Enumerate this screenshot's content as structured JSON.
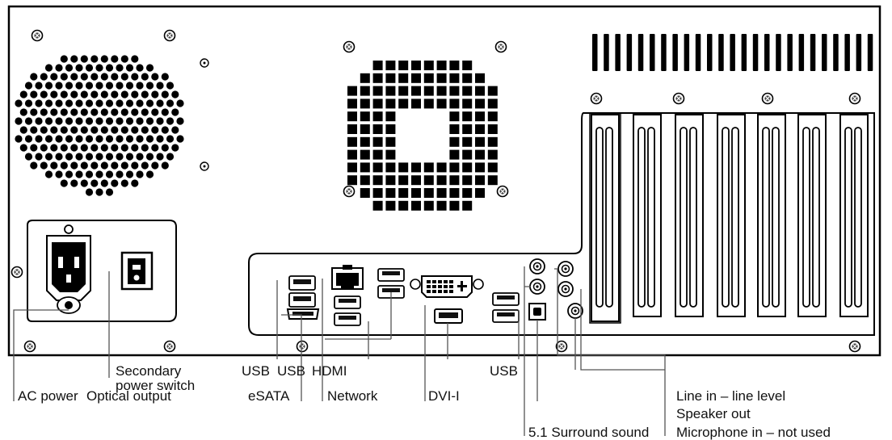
{
  "labels": {
    "ac_power": "AC power",
    "optical_output": "Optical output",
    "secondary_power_switch_1": "Secondary",
    "secondary_power_switch_2": "power switch",
    "usb_1": "USB",
    "usb_2": "USB",
    "hdmi": "HDMI",
    "esata": "eSATA",
    "network": "Network",
    "dvi": "DVI-I",
    "usb_3": "USB",
    "surround": "5.1 Surround sound",
    "line_in": "Line in – line level",
    "speaker_out": "Speaker out",
    "mic_in": "Microphone in – not used"
  }
}
